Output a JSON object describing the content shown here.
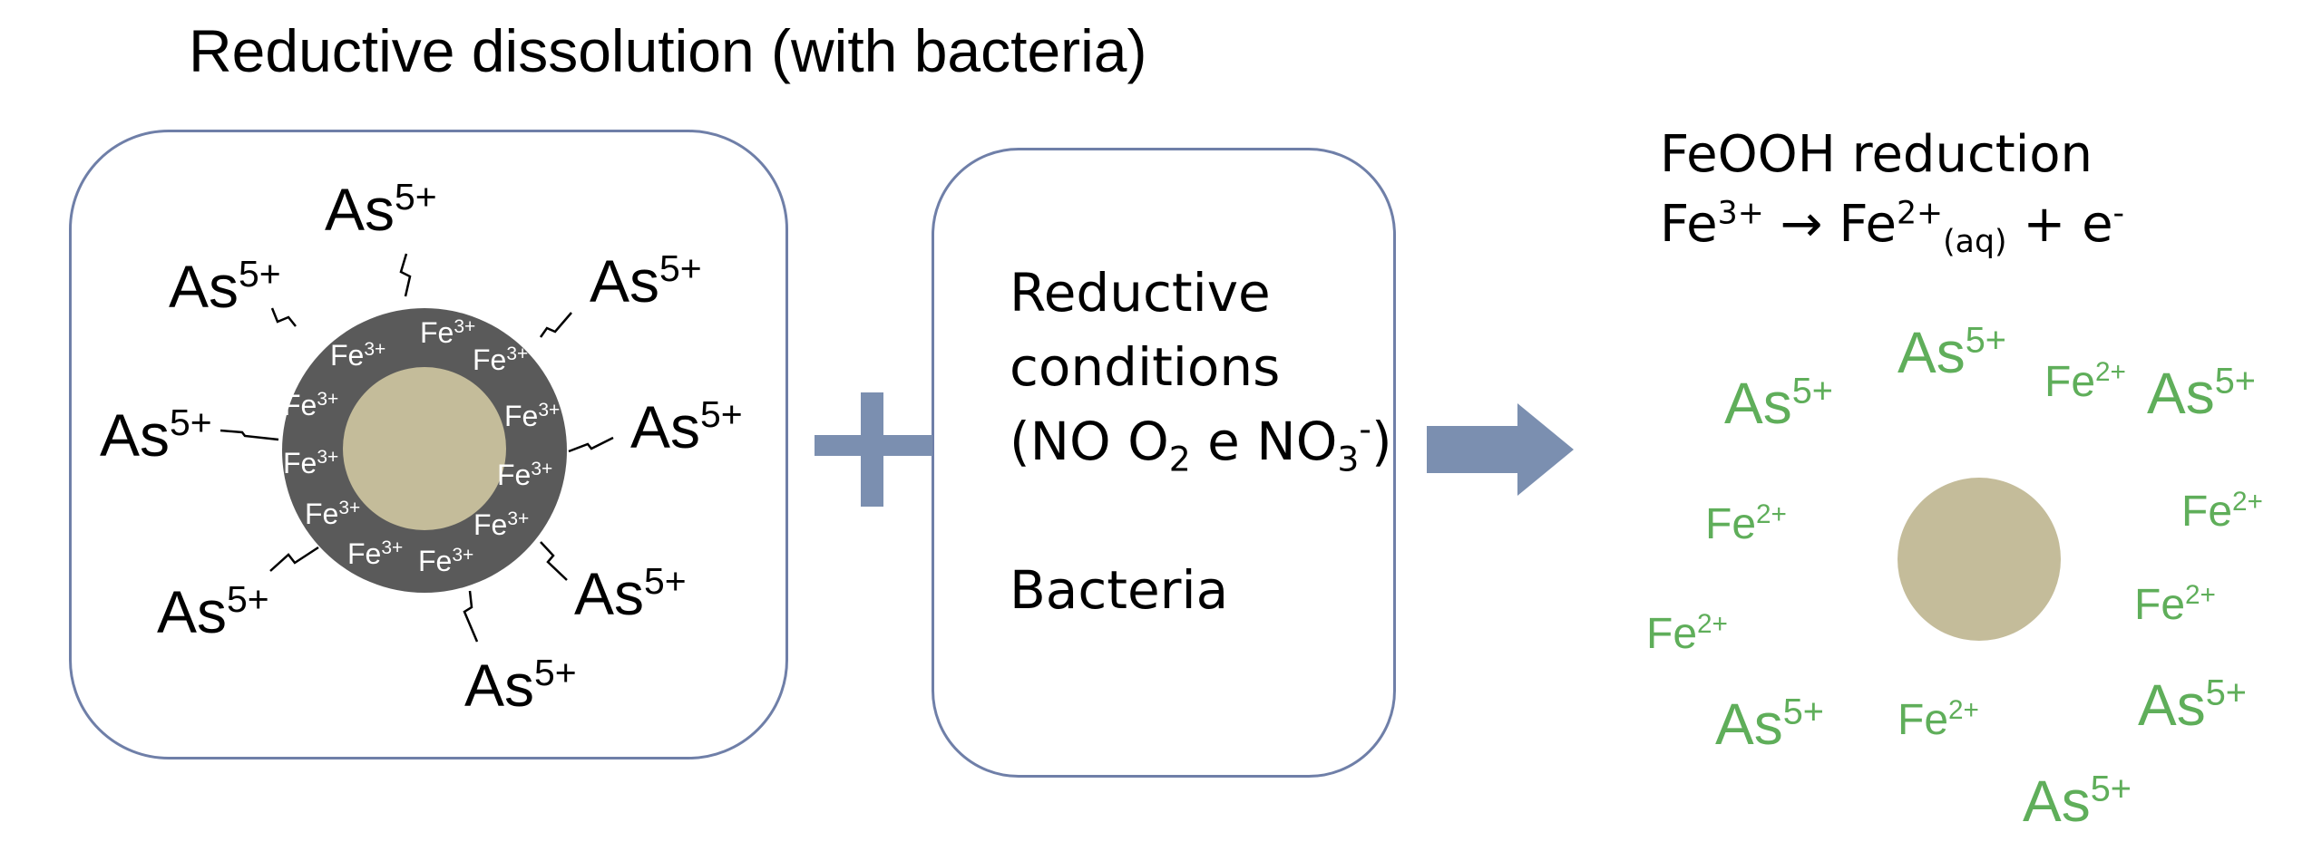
{
  "title": "Reductive dissolution (with bacteria)",
  "colors": {
    "panel_border": "#6f7fa8",
    "mineral_shell": "#5a5a5a",
    "mineral_core": "#c4bc9a",
    "green_text": "#5fae5a",
    "arrow_fill": "#7b8fb0"
  },
  "left_panel": {
    "shell_ion": {
      "base": "Fe",
      "charge": "3+"
    },
    "adsorbed_ion": {
      "base": "As",
      "charge": "5+"
    }
  },
  "plus_icon": "plus-icon",
  "middle_panel": {
    "line1": "Reductive",
    "line2": "conditions",
    "line3_open": "(NO O",
    "line3_sub": "2",
    "line3_mid": " e NO",
    "line3_sub2": "3",
    "line3_sup": "-",
    "line3_close": ")",
    "line4": "Bacteria"
  },
  "arrow_icon": "right-arrow-icon",
  "right_panel": {
    "heading": "FeOOH reduction",
    "eq_reactant": "Fe",
    "eq_reactant_charge": "3+",
    "eq_arrow": "→",
    "eq_product": "Fe",
    "eq_product_charge": "2+",
    "eq_product_state": "(aq)",
    "eq_plus": " + e",
    "eq_electron_charge": "-",
    "released_as": {
      "base": "As",
      "charge": "5+"
    },
    "released_fe": {
      "base": "Fe",
      "charge": "2+"
    }
  }
}
